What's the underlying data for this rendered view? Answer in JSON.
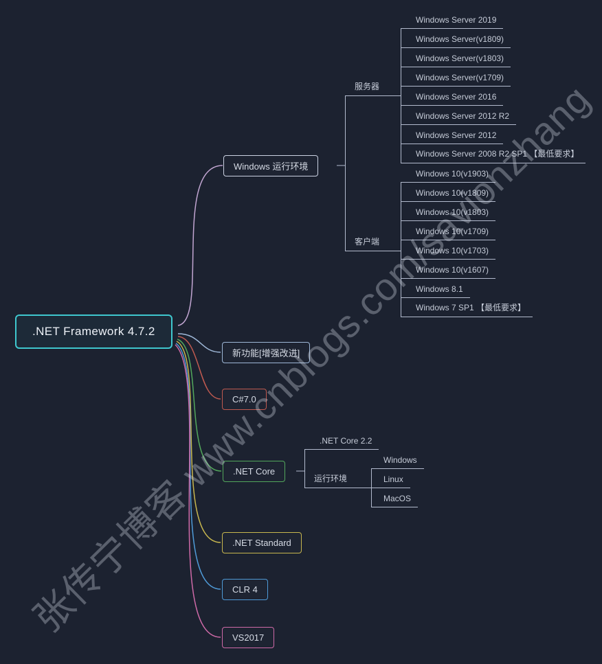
{
  "root": {
    "label": ".NET Framework 4.7.2"
  },
  "branches": {
    "windows_env": {
      "label": "Windows 运行环境",
      "server": {
        "label": "服务器",
        "items": [
          "Windows Server 2019",
          "Windows Server(v1809)",
          "Windows Server(v1803)",
          "Windows Server(v1709)",
          "Windows Server 2016",
          "Windows Server 2012 R2",
          "Windows Server 2012",
          "Windows Server 2008 R2 SP1 【最低要求】"
        ]
      },
      "client": {
        "label": "客户端",
        "items": [
          "Windows 10(v1903)",
          "Windows 10(v1809)",
          "Windows 10(v1803)",
          "Windows 10(v1709)",
          "Windows 10(v1703)",
          "Windows 10(v1607)",
          "Windows 8.1",
          "Windows 7 SP1 【最低要求】"
        ]
      }
    },
    "new_features": {
      "label": "新功能[增强改进]"
    },
    "csharp": {
      "label": "C#7.0"
    },
    "netcore": {
      "label": ".NET Core",
      "core22": {
        "label": ".NET Core 2.2"
      },
      "runtime": {
        "label": "运行环境",
        "items": [
          "Windows",
          "Linux",
          "MacOS"
        ]
      }
    },
    "netstandard": {
      "label": ".NET Standard"
    },
    "clr4": {
      "label": "CLR 4"
    },
    "vs2017": {
      "label": "VS2017"
    }
  },
  "watermark": {
    "text": "张传宁博客 www.cnblogs.com/savionzhang"
  },
  "colors": {
    "background": "#1c2230",
    "root_border": "#3fc8cf",
    "windows_env_box": "#ccd3e3",
    "windows_env_line": "#c2a6d2",
    "new_features": "#9fb8d8",
    "csharp": "#c05a50",
    "netcore": "#53a85c",
    "netstandard": "#c9b84f",
    "clr4": "#4f9bd8",
    "vs2017": "#cf6aa8",
    "subline": "#b4bccf"
  }
}
